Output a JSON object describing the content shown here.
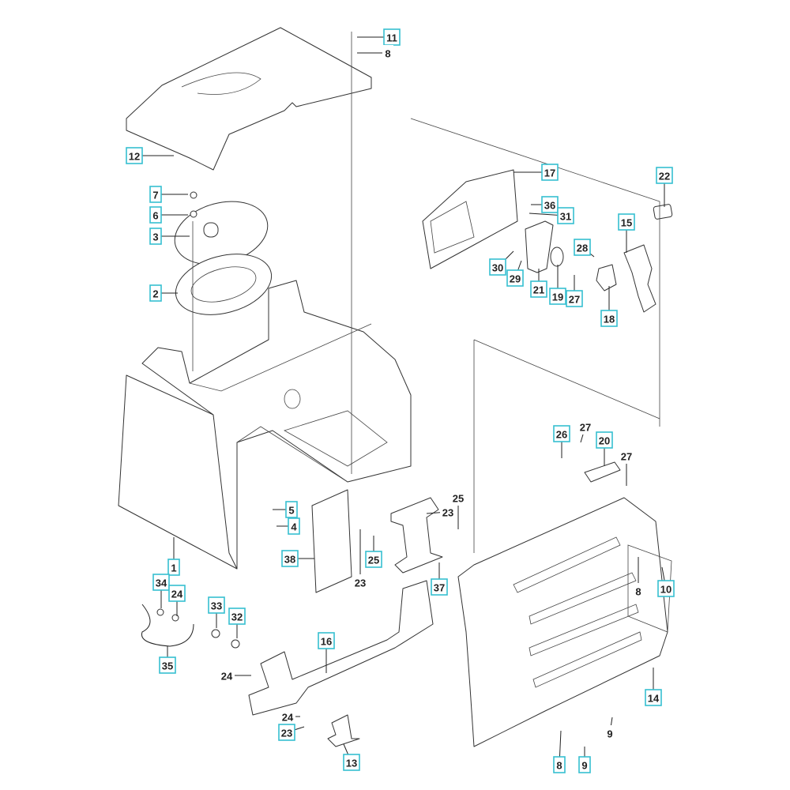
{
  "diagram": {
    "colors": {
      "label_border": "#36bfd0",
      "line": "#333333",
      "background": "#ffffff"
    },
    "callouts": [
      {
        "number": "11",
        "boxed": true
      },
      {
        "number": "8",
        "boxed": false
      },
      {
        "number": "12",
        "boxed": true
      },
      {
        "number": "7",
        "boxed": true
      },
      {
        "number": "6",
        "boxed": true
      },
      {
        "number": "3",
        "boxed": true
      },
      {
        "number": "2",
        "boxed": true
      },
      {
        "number": "17",
        "boxed": true
      },
      {
        "number": "22",
        "boxed": true
      },
      {
        "number": "36",
        "boxed": true
      },
      {
        "number": "31",
        "boxed": true
      },
      {
        "number": "15",
        "boxed": true
      },
      {
        "number": "28",
        "boxed": true
      },
      {
        "number": "30",
        "boxed": true
      },
      {
        "number": "29",
        "boxed": true
      },
      {
        "number": "21",
        "boxed": true
      },
      {
        "number": "19",
        "boxed": true
      },
      {
        "number": "27",
        "boxed": true
      },
      {
        "number": "18",
        "boxed": true
      },
      {
        "number": "26",
        "boxed": true
      },
      {
        "number": "27",
        "boxed": false
      },
      {
        "number": "20",
        "boxed": true
      },
      {
        "number": "27",
        "boxed": false
      },
      {
        "number": "25",
        "boxed": false
      },
      {
        "number": "23",
        "boxed": false
      },
      {
        "number": "5",
        "boxed": true
      },
      {
        "number": "4",
        "boxed": true
      },
      {
        "number": "1",
        "boxed": true
      },
      {
        "number": "38",
        "boxed": true
      },
      {
        "number": "23",
        "boxed": false
      },
      {
        "number": "25",
        "boxed": true
      },
      {
        "number": "37",
        "boxed": true
      },
      {
        "number": "8",
        "boxed": false
      },
      {
        "number": "10",
        "boxed": true
      },
      {
        "number": "34",
        "boxed": true
      },
      {
        "number": "24",
        "boxed": true
      },
      {
        "number": "33",
        "boxed": true
      },
      {
        "number": "32",
        "boxed": true
      },
      {
        "number": "35",
        "boxed": true
      },
      {
        "number": "16",
        "boxed": true
      },
      {
        "number": "24",
        "boxed": false
      },
      {
        "number": "14",
        "boxed": true
      },
      {
        "number": "24",
        "boxed": false
      },
      {
        "number": "23",
        "boxed": true
      },
      {
        "number": "9",
        "boxed": false
      },
      {
        "number": "13",
        "boxed": true
      },
      {
        "number": "8",
        "boxed": true
      },
      {
        "number": "9",
        "boxed": true
      }
    ]
  }
}
